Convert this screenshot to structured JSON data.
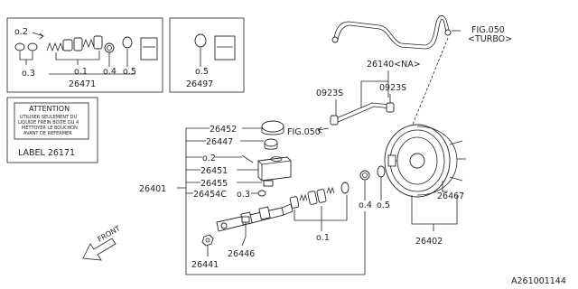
{
  "labels": {
    "o2_top": "ο.2",
    "o1_top": "ο.1",
    "o3_top": "ο.3",
    "o4_top": "ο.4",
    "o5_top": "ο.5",
    "p26471": "26471",
    "o5_box2": "ο.5",
    "p26497": "26497",
    "label_line": "LABEL 26171",
    "p26140": "26140<NA>",
    "fig050_top": "FIG.050",
    "turbo": "<TURBO>",
    "p0923s_left": "0923S",
    "p0923s_right": "0923S",
    "fig050_mid": "FIG.050",
    "p26452": "26452",
    "p26447": "26447",
    "o2_mid": "ο.2",
    "p26451": "26451",
    "p26455": "26455",
    "p26401": "26401",
    "p26454c": "26454C",
    "o3_mid": "ο.3",
    "o4_mid": "ο.4",
    "o5_mid": "ο.5",
    "p26467": "26467",
    "p26402": "26402",
    "o1_bottom": "ο.1",
    "p26446": "26446",
    "p26441": "26441",
    "front": "FRONT",
    "diagram_id": "A261001144"
  },
  "attention_label": {
    "title": "ATTENTION",
    "line1": "UTILISER SEULEMENT DU",
    "line2": "LIQUIDE FREIN BOITE OU 4",
    "line3": "METTOYER LE BOUCHON",
    "line4": "AVANT DE REFERMER"
  }
}
